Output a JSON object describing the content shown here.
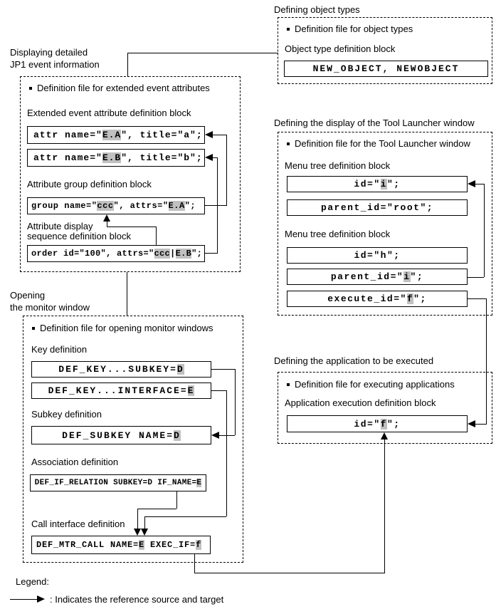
{
  "colors": {
    "highlight": "#c0c0c0",
    "line": "#000000",
    "background": "#ffffff"
  },
  "sections": {
    "object_types": {
      "title": "Defining object types",
      "file_label": "Definition file for object types",
      "block_label": "Object type definition block",
      "code_new_object": [
        {
          "t": "NEW_OBJECT, NEWOBJECT"
        }
      ]
    },
    "event_info": {
      "title_line1": "Displaying detailed",
      "title_line2": "JP1 event information",
      "file_label": "Definition file for extended event attributes",
      "extended_block_label": "Extended event attribute definition block",
      "code_attr_ea": [
        {
          "t": "attr name=\""
        },
        {
          "t": "E.A",
          "h": 1
        },
        {
          "t": "\", title=\"a\";"
        }
      ],
      "code_attr_eb": [
        {
          "t": "attr name=\""
        },
        {
          "t": "E.B",
          "h": 1
        },
        {
          "t": "\", title=\"b\";"
        }
      ],
      "group_block_label": "Attribute group definition block",
      "code_group": [
        {
          "t": "group name=\""
        },
        {
          "t": "ccc",
          "h": 1
        },
        {
          "t": "\", attrs=\""
        },
        {
          "t": "E.A",
          "h": 1
        },
        {
          "t": "\";"
        }
      ],
      "display_block_label_line1": "Attribute display",
      "display_block_label_line2": "sequence definition block",
      "code_order": [
        {
          "t": "order id=\"100\", attrs=\""
        },
        {
          "t": "ccc",
          "h": 1
        },
        {
          "t": "|"
        },
        {
          "t": "E.B",
          "h": 1
        },
        {
          "t": "\";"
        }
      ]
    },
    "tool_launcher": {
      "title": "Defining the display of the Tool Launcher window",
      "file_label": "Definition file for the Tool Launcher window",
      "menu_block1_label": "Menu tree definition block",
      "code_id_i": [
        {
          "t": "id=\""
        },
        {
          "t": "i",
          "h": 1
        },
        {
          "t": "\";"
        }
      ],
      "code_parent_root": [
        {
          "t": "parent_id=\"root\";"
        }
      ],
      "menu_block2_label": "Menu tree definition block",
      "code_id_h": [
        {
          "t": "id=\"h\";"
        }
      ],
      "code_parent_i": [
        {
          "t": "parent_id=\""
        },
        {
          "t": "i",
          "h": 1
        },
        {
          "t": "\";"
        }
      ],
      "code_execute_f": [
        {
          "t": "execute_id=\""
        },
        {
          "t": "f",
          "h": 1
        },
        {
          "t": "\";"
        }
      ]
    },
    "monitor_window": {
      "title_line1": "Opening",
      "title_line2": "the monitor window",
      "file_label": "Definition file for opening monitor windows",
      "key_label": "Key definition",
      "code_def_key_subkey": [
        {
          "t": "DEF_KEY...SUBKEY="
        },
        {
          "t": "D",
          "h": 1
        }
      ],
      "code_def_key_interface": [
        {
          "t": "DEF_KEY...INTERFACE="
        },
        {
          "t": "E",
          "h": 1
        }
      ],
      "subkey_label": "Subkey definition",
      "code_def_subkey": [
        {
          "t": "DEF_SUBKEY NAME="
        },
        {
          "t": "D",
          "h": 1
        }
      ],
      "association_label": "Association definition",
      "code_def_if_relation": [
        {
          "t": "DEF_IF_RELATION SUBKEY=D IF_NAME="
        },
        {
          "t": "E",
          "h": 1
        }
      ],
      "call_label": "Call interface definition",
      "code_def_mtr_call": [
        {
          "t": "DEF_MTR_CALL NAME="
        },
        {
          "t": "E",
          "h": 1
        },
        {
          "t": " EXEC_IF="
        },
        {
          "t": "f",
          "h": 1
        }
      ]
    },
    "application": {
      "title": "Defining the application to be executed",
      "file_label": "Definition file for executing applications",
      "block_label": "Application execution definition block",
      "code_id_f": [
        {
          "t": "id=\""
        },
        {
          "t": "f",
          "h": 1
        },
        {
          "t": "\";"
        }
      ]
    }
  },
  "legend": {
    "title": "Legend:",
    "arrow_meaning": ": Indicates the reference source and target"
  }
}
